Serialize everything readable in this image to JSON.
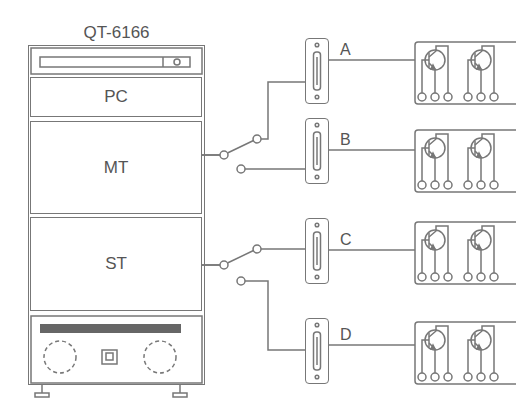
{
  "diagram": {
    "nodes": [
      {
        "text": [
          "QT-6166"
        ]
      },
      {
        "text": [
          "PC"
        ],
        "in": 0
      },
      {
        "text": [
          "MT"
        ],
        "in": 0
      },
      {
        "text": [
          "ST"
        ],
        "in": 0
      },
      {
        "text": [
          "A"
        ]
      },
      {
        "text": [
          "B"
        ]
      },
      {
        "text": [
          "C"
        ]
      },
      {
        "text": [
          "D"
        ]
      }
    ],
    "edges": [
      {
        "from": 2,
        "to": 4,
        "arrow": "none"
      },
      {
        "from": 2,
        "to": 5,
        "arrow": "none"
      },
      {
        "from": 3,
        "to": 6,
        "arrow": "none"
      },
      {
        "from": 3,
        "to": 7,
        "arrow": "none"
      }
    ]
  }
}
